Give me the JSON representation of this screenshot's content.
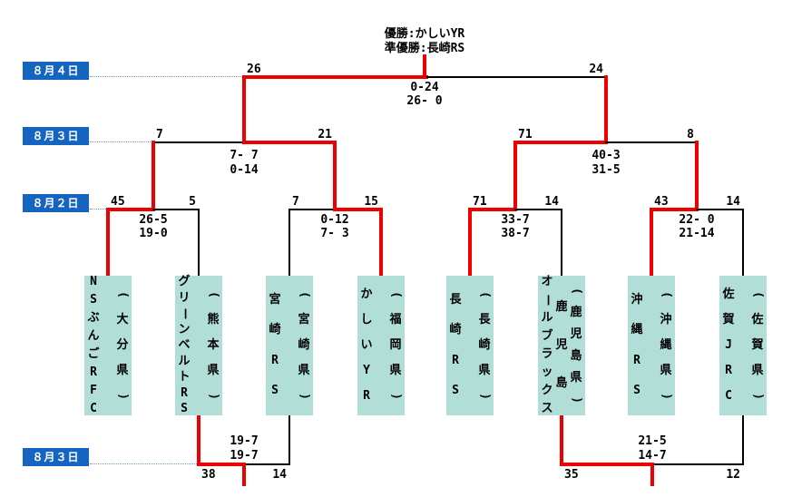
{
  "header": {
    "champion": "優勝:かしいYR",
    "runner_up": "準優勝:長崎RS"
  },
  "date_labels": [
    "８月４日",
    "８月３日",
    "８月２日",
    "８月３日"
  ],
  "teams": [
    {
      "name": "NSぶんごRFC",
      "prefecture": "大分県"
    },
    {
      "name": "グリーンベルトRS",
      "prefecture": "熊本県"
    },
    {
      "name": "宮崎RS",
      "prefecture": "宮崎県"
    },
    {
      "name": "かしいYR",
      "prefecture": "福岡県"
    },
    {
      "name": "長崎RS",
      "prefecture": "長崎県"
    },
    {
      "name": "鹿児島オールブラックス",
      "prefecture": "鹿児島県",
      "name_columns": [
        "鹿児島",
        "オールブラックス"
      ]
    },
    {
      "name": "沖縄RS",
      "prefecture": "沖縄県"
    },
    {
      "name": "佐賀JRC",
      "prefecture": "佐賀県"
    }
  ],
  "matches": {
    "final": {
      "left_score": "26",
      "right_score": "24",
      "half_scores": [
        "0-24",
        "26- 0"
      ]
    },
    "semifinals": [
      {
        "left_score": "7",
        "right_score": "21",
        "half_scores": [
          "7- 7",
          "0-14"
        ]
      },
      {
        "left_score": "71",
        "right_score": "8",
        "half_scores": [
          "40-3",
          "31-5"
        ]
      }
    ],
    "quarterfinals": [
      {
        "left_score": "45",
        "right_score": "5",
        "half_scores": [
          "26-5",
          "19-0"
        ]
      },
      {
        "left_score": "7",
        "right_score": "15",
        "half_scores": [
          "0-12",
          "7- 3"
        ]
      },
      {
        "left_score": "71",
        "right_score": "14",
        "half_scores": [
          "33-7",
          "38-7"
        ]
      },
      {
        "left_score": "43",
        "right_score": "14",
        "half_scores": [
          "22- 0",
          "21-14"
        ]
      }
    ],
    "consolations": [
      {
        "left_score": "38",
        "right_score": "14",
        "half_scores": [
          "19-7",
          "19-7"
        ]
      },
      {
        "left_score": "35",
        "right_score": "12",
        "half_scores": [
          "21-5",
          "14-7"
        ]
      }
    ]
  },
  "colors": {
    "winner_path": "#ee0000",
    "line": "#000000",
    "team_box": "#b2ded8",
    "date_box": "#1565c0",
    "leader_dots": "#6699cc"
  }
}
